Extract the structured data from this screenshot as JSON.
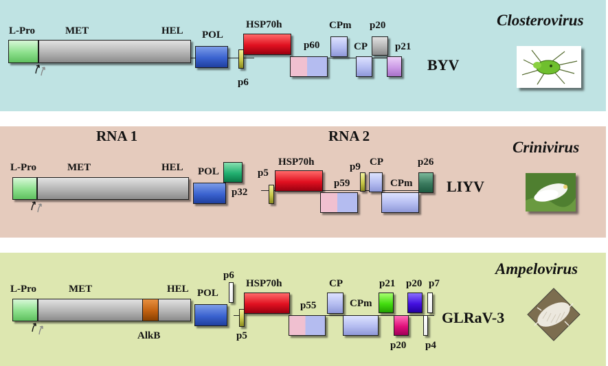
{
  "colors": {
    "closterovirus_bg": "#bfe3e3",
    "crinivirus_bg": "#e5cbbd",
    "ampelovirus_bg": "#dde7b0"
  },
  "closterovirus": {
    "genus": "Closterovirus",
    "virus": "BYV",
    "labels": {
      "lpro": "L-Pro",
      "met": "MET",
      "hel": "HEL",
      "pol": "POL",
      "p6": "p6",
      "hsp70h": "HSP70h",
      "p60": "p60",
      "cpm": "CPm",
      "cp": "CP",
      "p20": "p20",
      "p21": "p21"
    },
    "icon": "aphid-photo"
  },
  "crinivirus": {
    "genus": "Crinivirus",
    "virus": "LIYV",
    "rna1": "RNA 1",
    "rna2": "RNA 2",
    "labels": {
      "lpro": "L-Pro",
      "met": "MET",
      "hel": "HEL",
      "pol": "POL",
      "p32": "p32",
      "p5": "p5",
      "hsp70h": "HSP70h",
      "p59": "p59",
      "p9": "p9",
      "cp": "CP",
      "cpm": "CPm",
      "p26": "p26"
    },
    "icon": "whitefly-photo"
  },
  "ampelovirus": {
    "genus": "Ampelovirus",
    "virus": "GLRaV-3",
    "labels": {
      "lpro": "L-Pro",
      "met": "MET",
      "hel": "HEL",
      "alkb": "AlkB",
      "pol": "POL",
      "p6": "p6",
      "p5": "p5",
      "hsp70h": "HSP70h",
      "p55": "p55",
      "cp": "CP",
      "cpm": "CPm",
      "p21": "p21",
      "p20a": "p20",
      "p20b": "p20",
      "p7": "p7",
      "p4": "p4"
    },
    "icon": "mealybug-photo"
  }
}
